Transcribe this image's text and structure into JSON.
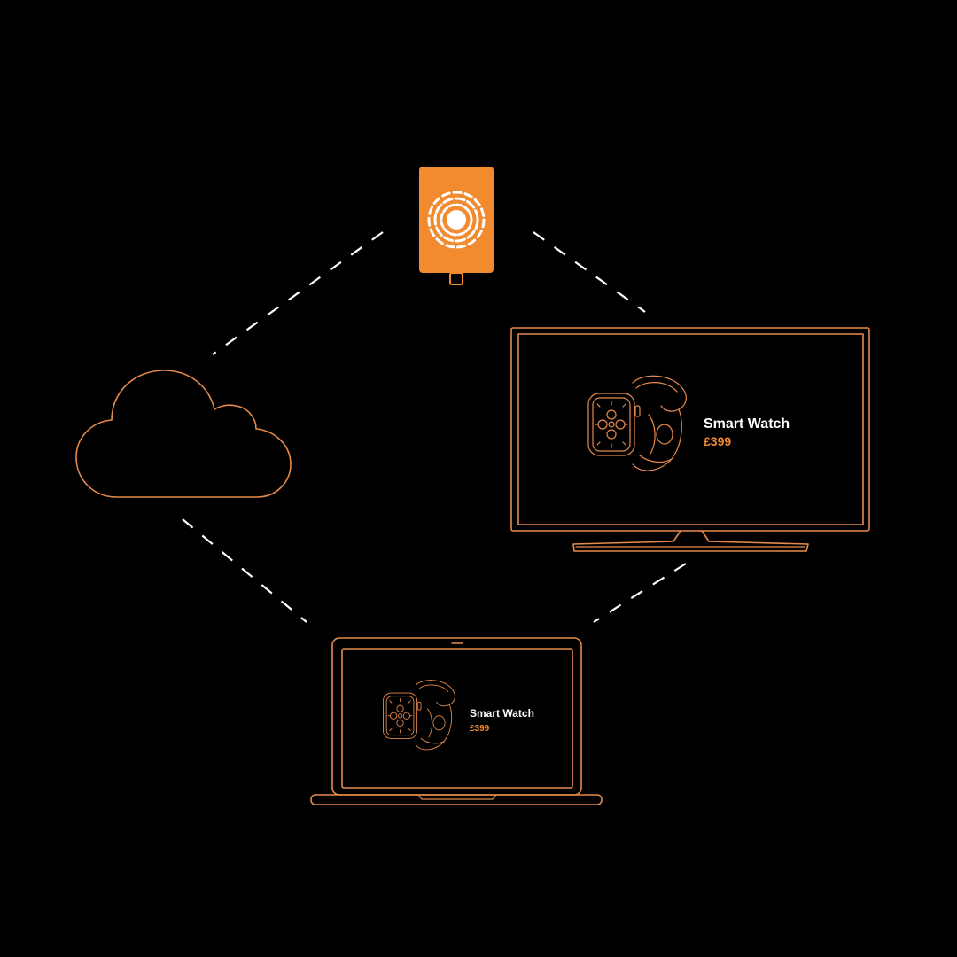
{
  "colors": {
    "background": "#000000",
    "outline": "#E58A4B",
    "accent": "#F28A30",
    "connector": "#FFFFFF",
    "text": "#FFFFFF"
  },
  "icons": {
    "cloud": "cloud-icon",
    "hub": "streaming-dongle-icon",
    "tv": "tv-icon",
    "laptop": "laptop-icon",
    "product": "smartwatch-icon"
  },
  "tv_screen": {
    "product_name": "Smart Watch",
    "product_price": "£399"
  },
  "laptop_screen": {
    "product_name": "Smart Watch",
    "product_price": "£399"
  }
}
